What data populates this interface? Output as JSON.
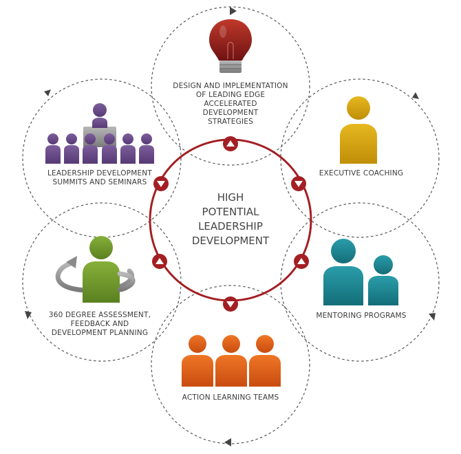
{
  "center": {
    "lines": [
      "HIGH",
      "POTENTIAL",
      "LEADERSHIP",
      "DEVELOPMENT"
    ],
    "ring_color": "#a31f23"
  },
  "nodes": [
    {
      "id": "design",
      "icon": "lightbulb-icon",
      "color": "#8b1a1a",
      "lines": [
        "DESIGN AND IMPLEMENTATION",
        "OF LEADING EDGE",
        "ACCELERATED",
        "DEVELOPMENT",
        "STRATEGIES"
      ]
    },
    {
      "id": "coaching",
      "icon": "single-person-icon",
      "color": "#d9a510",
      "lines": [
        "EXECUTIVE COACHING"
      ]
    },
    {
      "id": "mentoring",
      "icon": "mentor-pair-icon",
      "color": "#1f8a96",
      "lines": [
        "MENTORING PROGRAMS"
      ]
    },
    {
      "id": "action",
      "icon": "team-icon",
      "color": "#e35f1a",
      "lines": [
        "ACTION LEARNING TEAMS"
      ]
    },
    {
      "id": "assessment",
      "icon": "rotating-person-icon",
      "color": "#6f9a2c",
      "lines": [
        "360 DEGREE ASSESSMENT,",
        "FEEDBACK AND",
        "DEVELOPMENT PLANNING"
      ]
    },
    {
      "id": "summits",
      "icon": "audience-presenter-icon",
      "color": "#6b4e8a",
      "lines": [
        "LEADERSHIP DEVELOPMENT",
        "SUMMITS AND SEMINARS"
      ]
    }
  ]
}
